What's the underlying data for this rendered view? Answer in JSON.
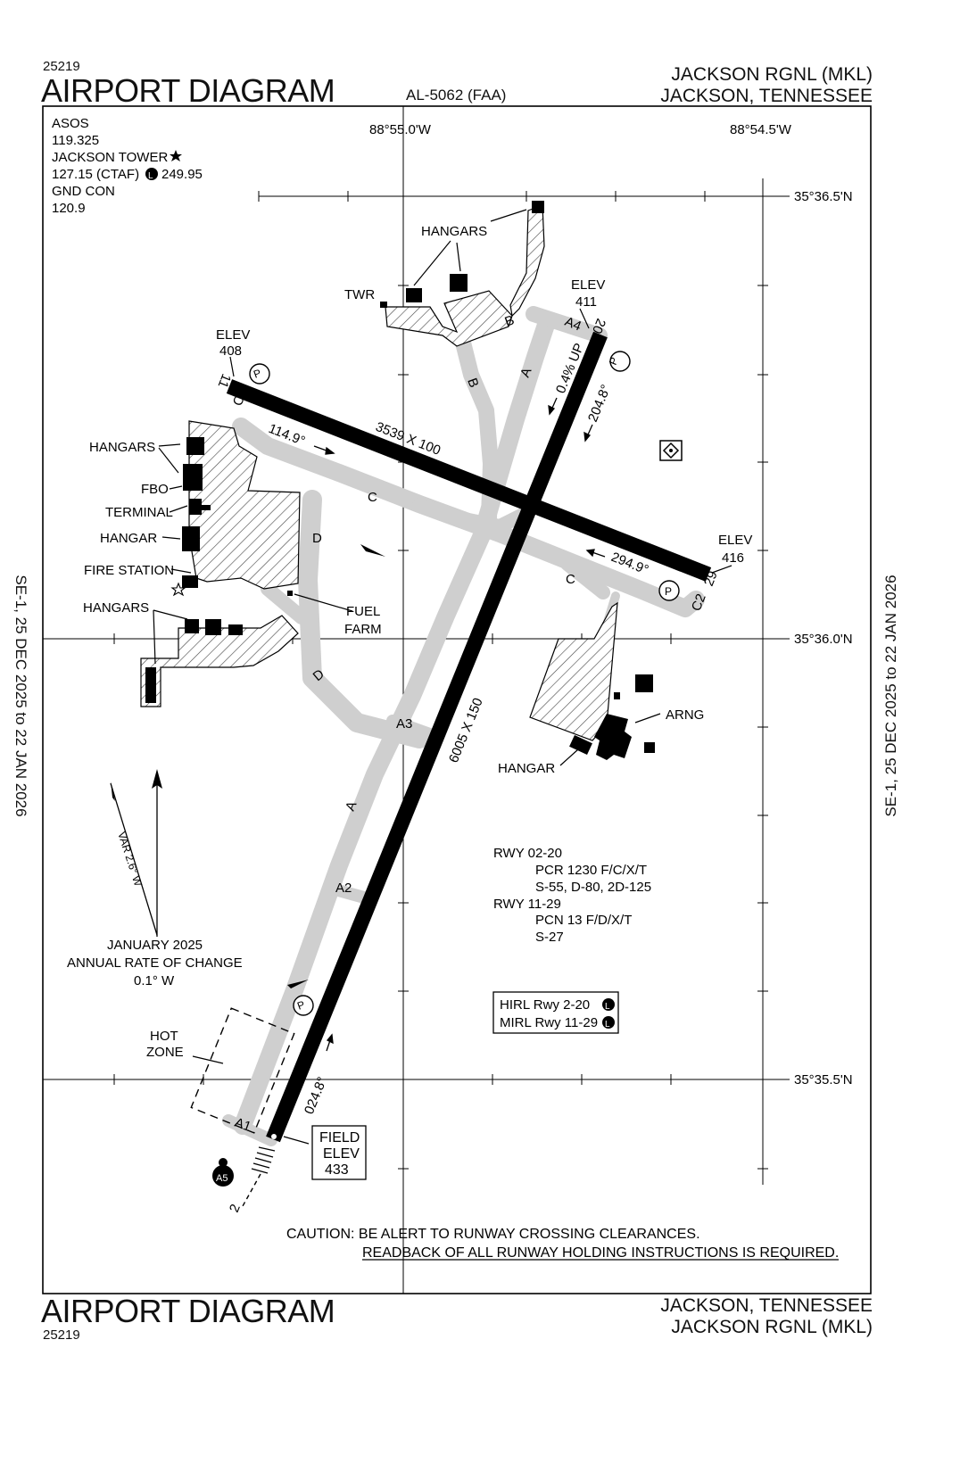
{
  "header": {
    "doc_number_top": "25219",
    "title_top": "AIRPORT DIAGRAM",
    "al_number": "AL-5062 (FAA)",
    "airport_name_top": "JACKSON RGNL (MKL)",
    "city_top": "JACKSON, TENNESSEE"
  },
  "footer": {
    "title_bottom": "AIRPORT DIAGRAM",
    "doc_number_bottom": "25219",
    "city_bottom": "JACKSON, TENNESSEE",
    "airport_name_bottom": "JACKSON RGNL (MKL)"
  },
  "margins": {
    "left_effective": "SE-1, 25 DEC 2025 to 22 JAN 2026",
    "right_effective": "SE-1, 25 DEC 2025 to 22 JAN 2026"
  },
  "frequencies": {
    "line1": "ASOS",
    "line2": "119.325",
    "line3": "JACKSON TOWER",
    "line4a": "127.15 (CTAF)",
    "line4b": "249.95",
    "line5": "GND CON",
    "line6": "120.9",
    "lighting_badge": "L"
  },
  "grid": {
    "lon_left": "88°55.0'W",
    "lon_right": "88°54.5'W",
    "lat_top": "35°36.5'N",
    "lat_mid": "35°36.0'N",
    "lat_bottom": "35°35.5'N"
  },
  "runway_11_29": {
    "dimensions": "3539 X 100",
    "end_11": "11",
    "end_29": "29",
    "heading_11": "114.9°",
    "heading_29": "294.9°",
    "elev_11_label": "ELEV",
    "elev_11_value": "408",
    "elev_29_label": "ELEV",
    "elev_29_value": "416"
  },
  "runway_02_20": {
    "dimensions": "6005 X 150",
    "end_02": "2",
    "end_20": "20",
    "heading_02": "024.8°",
    "heading_20": "204.8°",
    "slope": "0.4% UP",
    "elev_20_label": "ELEV",
    "elev_20_value": "411"
  },
  "taxiways": {
    "a": "A",
    "a1": "A1",
    "a2": "A2",
    "a3": "A3",
    "a4": "A4",
    "a5": "A5",
    "b": "B",
    "c": "C",
    "c1": "C1",
    "c2": "C2",
    "d": "D",
    "parking": "P"
  },
  "buildings": {
    "hangars_north": "HANGARS",
    "twr": "TWR",
    "hangars_west": "HANGARS",
    "fbo": "FBO",
    "terminal": "TERMINAL",
    "hangar_west": "HANGAR",
    "fire_station": "FIRE STATION",
    "hangars_sw": "HANGARS",
    "fuel_farm_1": "FUEL",
    "fuel_farm_2": "FARM",
    "arng": "ARNG",
    "hangar_se": "HANGAR"
  },
  "magnetic": {
    "variation": "VAR 2.6° W",
    "change_1": "JANUARY 2025",
    "change_2": "ANNUAL RATE OF CHANGE",
    "change_3": "0.1° W"
  },
  "hot_zone": {
    "line1": "HOT",
    "line2": "ZONE"
  },
  "field_elev": {
    "line1": "FIELD",
    "line2": "ELEV",
    "value": "433"
  },
  "runway_data": {
    "r1": "RWY 02-20",
    "r1a": "PCR 1230 F/C/X/T",
    "r1b": "S-55, D-80, 2D-125",
    "r2": "RWY 11-29",
    "r2a": "PCN 13 F/D/X/T",
    "r2b": "S-27"
  },
  "lighting": {
    "hirl": "HIRL Rwy 2-20",
    "mirl": "MIRL Rwy 11-29",
    "badge": "L"
  },
  "caution": {
    "line1": "CAUTION: BE ALERT TO RUNWAY CROSSING CLEARANCES.",
    "line2": "READBACK OF ALL RUNWAY HOLDING INSTRUCTIONS IS REQUIRED."
  }
}
